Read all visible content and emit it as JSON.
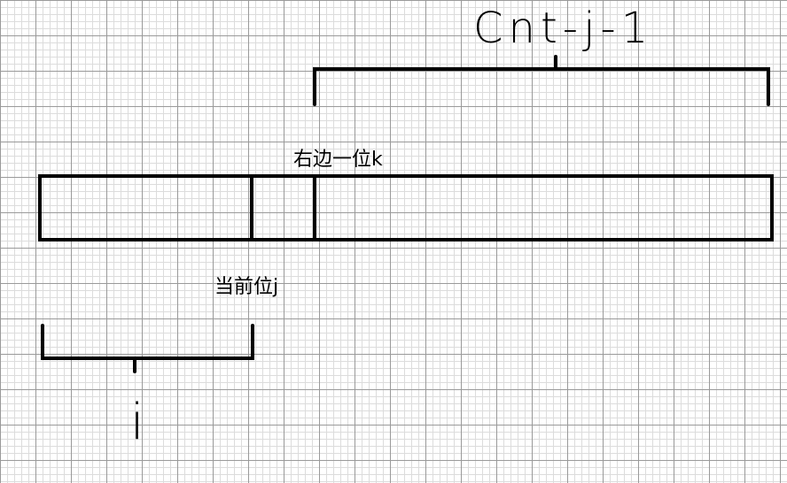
{
  "diagram": {
    "label_top": "Cnt-j-1",
    "label_right_digit": "右边一位k",
    "label_current_digit": "当前位j",
    "label_bottom": "i"
  },
  "colors": {
    "stroke": "#000000",
    "background": "#ffffff",
    "grid_major": "#9a9a9a",
    "grid_minor": "#dcdcdc"
  }
}
